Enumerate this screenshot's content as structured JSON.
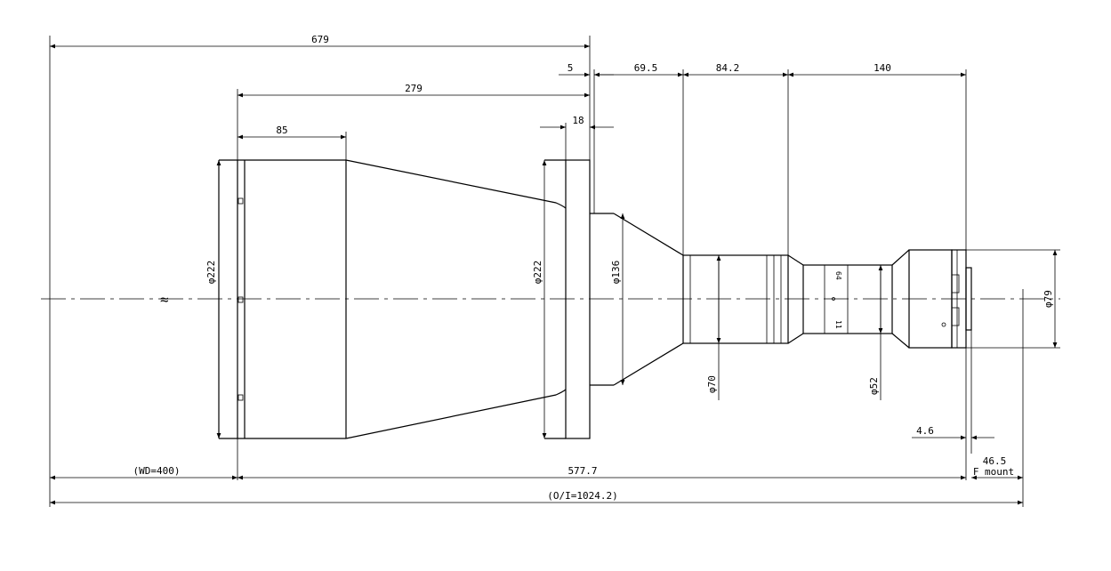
{
  "drawing": {
    "dimensions": {
      "overall_length": "679",
      "front_section": "279",
      "front_barrel": "85",
      "flange_offset": "5",
      "flange_thickness": "18",
      "cone_length": "69.5",
      "mid_barrel": "84.2",
      "rear_section": "140",
      "working_distance": "(WD=400)",
      "lens_to_mount": "577.7",
      "object_to_image": "(O/I=1024.2)",
      "back_offset": "4.6",
      "flange_focal": "46.5",
      "mount_type": "F mount",
      "dia_front": "φ222",
      "dia_flange": "φ222",
      "dia_cone": "φ136",
      "dia_barrel": "φ70",
      "dia_rear": "φ52",
      "dia_mount": "φ79"
    },
    "break_symbol": "≈",
    "ring_marks": {
      "mark_top": "64",
      "mark_bottom": "11"
    }
  }
}
